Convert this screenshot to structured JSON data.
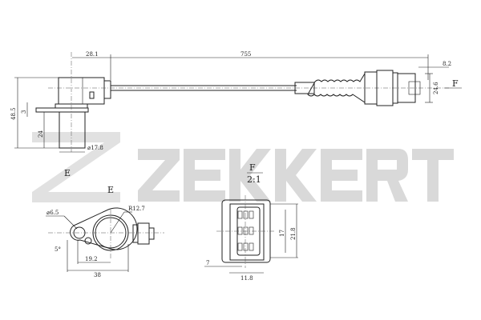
{
  "brand": {
    "logo_text": "ZEKKERT",
    "watermark_color": "#d9d9d9"
  },
  "side_view": {
    "dims": {
      "offset": "28.1",
      "cable_length": "755",
      "connector_tip": "8.2",
      "connector_height": "24.6",
      "total_height": "48.5",
      "flange": "3",
      "body_length": "24",
      "diameter": "⌀17.8"
    },
    "view_marker": "F",
    "section_marker_1": "E",
    "section_marker_2": "E"
  },
  "top_view": {
    "dims": {
      "hole": "⌀6.5",
      "radius": "R12.7",
      "angle": "5°",
      "hole_to_center": "19.2",
      "overall": "38"
    }
  },
  "connector_view": {
    "title": "F",
    "scale": "2:1",
    "dims": {
      "inner_height": "17",
      "outer_height": "21.8",
      "offset": "7",
      "width": "11.8"
    }
  }
}
